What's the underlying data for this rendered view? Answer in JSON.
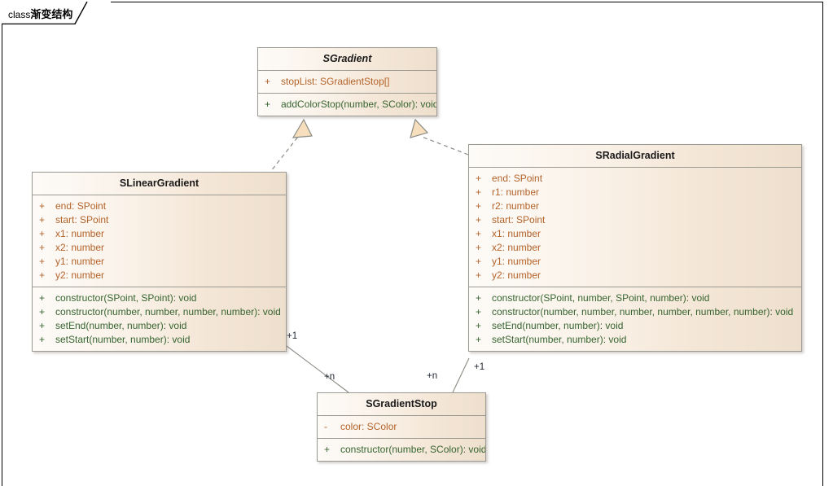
{
  "frame": {
    "keyword": "class",
    "name": "渐变结构"
  },
  "colors": {
    "box_border": "#9a9a93",
    "box_fill_light": "#fdfbf8",
    "box_fill_dark": "#eedfcd",
    "attribute_text": "#b4632a",
    "operation_text": "#36642f",
    "title_text": "#1a1a1a",
    "connector": "#8b8b84",
    "arrow_fill": "#f7dfbe"
  },
  "classes": {
    "sgradient": {
      "name": "SGradient",
      "abstract": true,
      "attributes": [
        {
          "visibility": "+",
          "text": "stopList: SGradientStop[]"
        }
      ],
      "operations": [
        {
          "visibility": "+",
          "text": "addColorStop(number, SColor): void"
        }
      ]
    },
    "slineargradient": {
      "name": "SLinearGradient",
      "abstract": false,
      "attributes": [
        {
          "visibility": "+",
          "text": "end: SPoint"
        },
        {
          "visibility": "+",
          "text": "start: SPoint"
        },
        {
          "visibility": "+",
          "text": "x1: number"
        },
        {
          "visibility": "+",
          "text": "x2: number"
        },
        {
          "visibility": "+",
          "text": "y1: number"
        },
        {
          "visibility": "+",
          "text": "y2: number"
        }
      ],
      "operations": [
        {
          "visibility": "+",
          "text": "constructor(SPoint, SPoint): void"
        },
        {
          "visibility": "+",
          "text": "constructor(number, number, number, number): void"
        },
        {
          "visibility": "+",
          "text": "setEnd(number, number): void"
        },
        {
          "visibility": "+",
          "text": "setStart(number, number): void"
        }
      ]
    },
    "sradialgradient": {
      "name": "SRadialGradient",
      "abstract": false,
      "attributes": [
        {
          "visibility": "+",
          "text": "end: SPoint"
        },
        {
          "visibility": "+",
          "text": "r1: number"
        },
        {
          "visibility": "+",
          "text": "r2: number"
        },
        {
          "visibility": "+",
          "text": "start: SPoint"
        },
        {
          "visibility": "+",
          "text": "x1: number"
        },
        {
          "visibility": "+",
          "text": "x2: number"
        },
        {
          "visibility": "+",
          "text": "y1: number"
        },
        {
          "visibility": "+",
          "text": "y2: number"
        }
      ],
      "operations": [
        {
          "visibility": "+",
          "text": "constructor(SPoint, number, SPoint, number): void"
        },
        {
          "visibility": "+",
          "text": "constructor(number, number, number, number, number, number): void"
        },
        {
          "visibility": "+",
          "text": "setEnd(number, number): void"
        },
        {
          "visibility": "+",
          "text": "setStart(number, number): void"
        }
      ]
    },
    "sgradientstop": {
      "name": "SGradientStop",
      "abstract": false,
      "attributes": [
        {
          "visibility": "-",
          "text": "color: SColor"
        }
      ],
      "operations": [
        {
          "visibility": "+",
          "text": "constructor(number, SColor): void"
        }
      ]
    }
  },
  "relationships": {
    "linear_realizes_gradient": {
      "kind": "realization"
    },
    "radial_realizes_gradient": {
      "kind": "realization"
    },
    "linear_to_stop": {
      "kind": "association",
      "source_multiplicity": "+1",
      "target_multiplicity": "+n"
    },
    "radial_to_stop": {
      "kind": "association",
      "source_multiplicity": "+1",
      "target_multiplicity": "+n"
    }
  }
}
